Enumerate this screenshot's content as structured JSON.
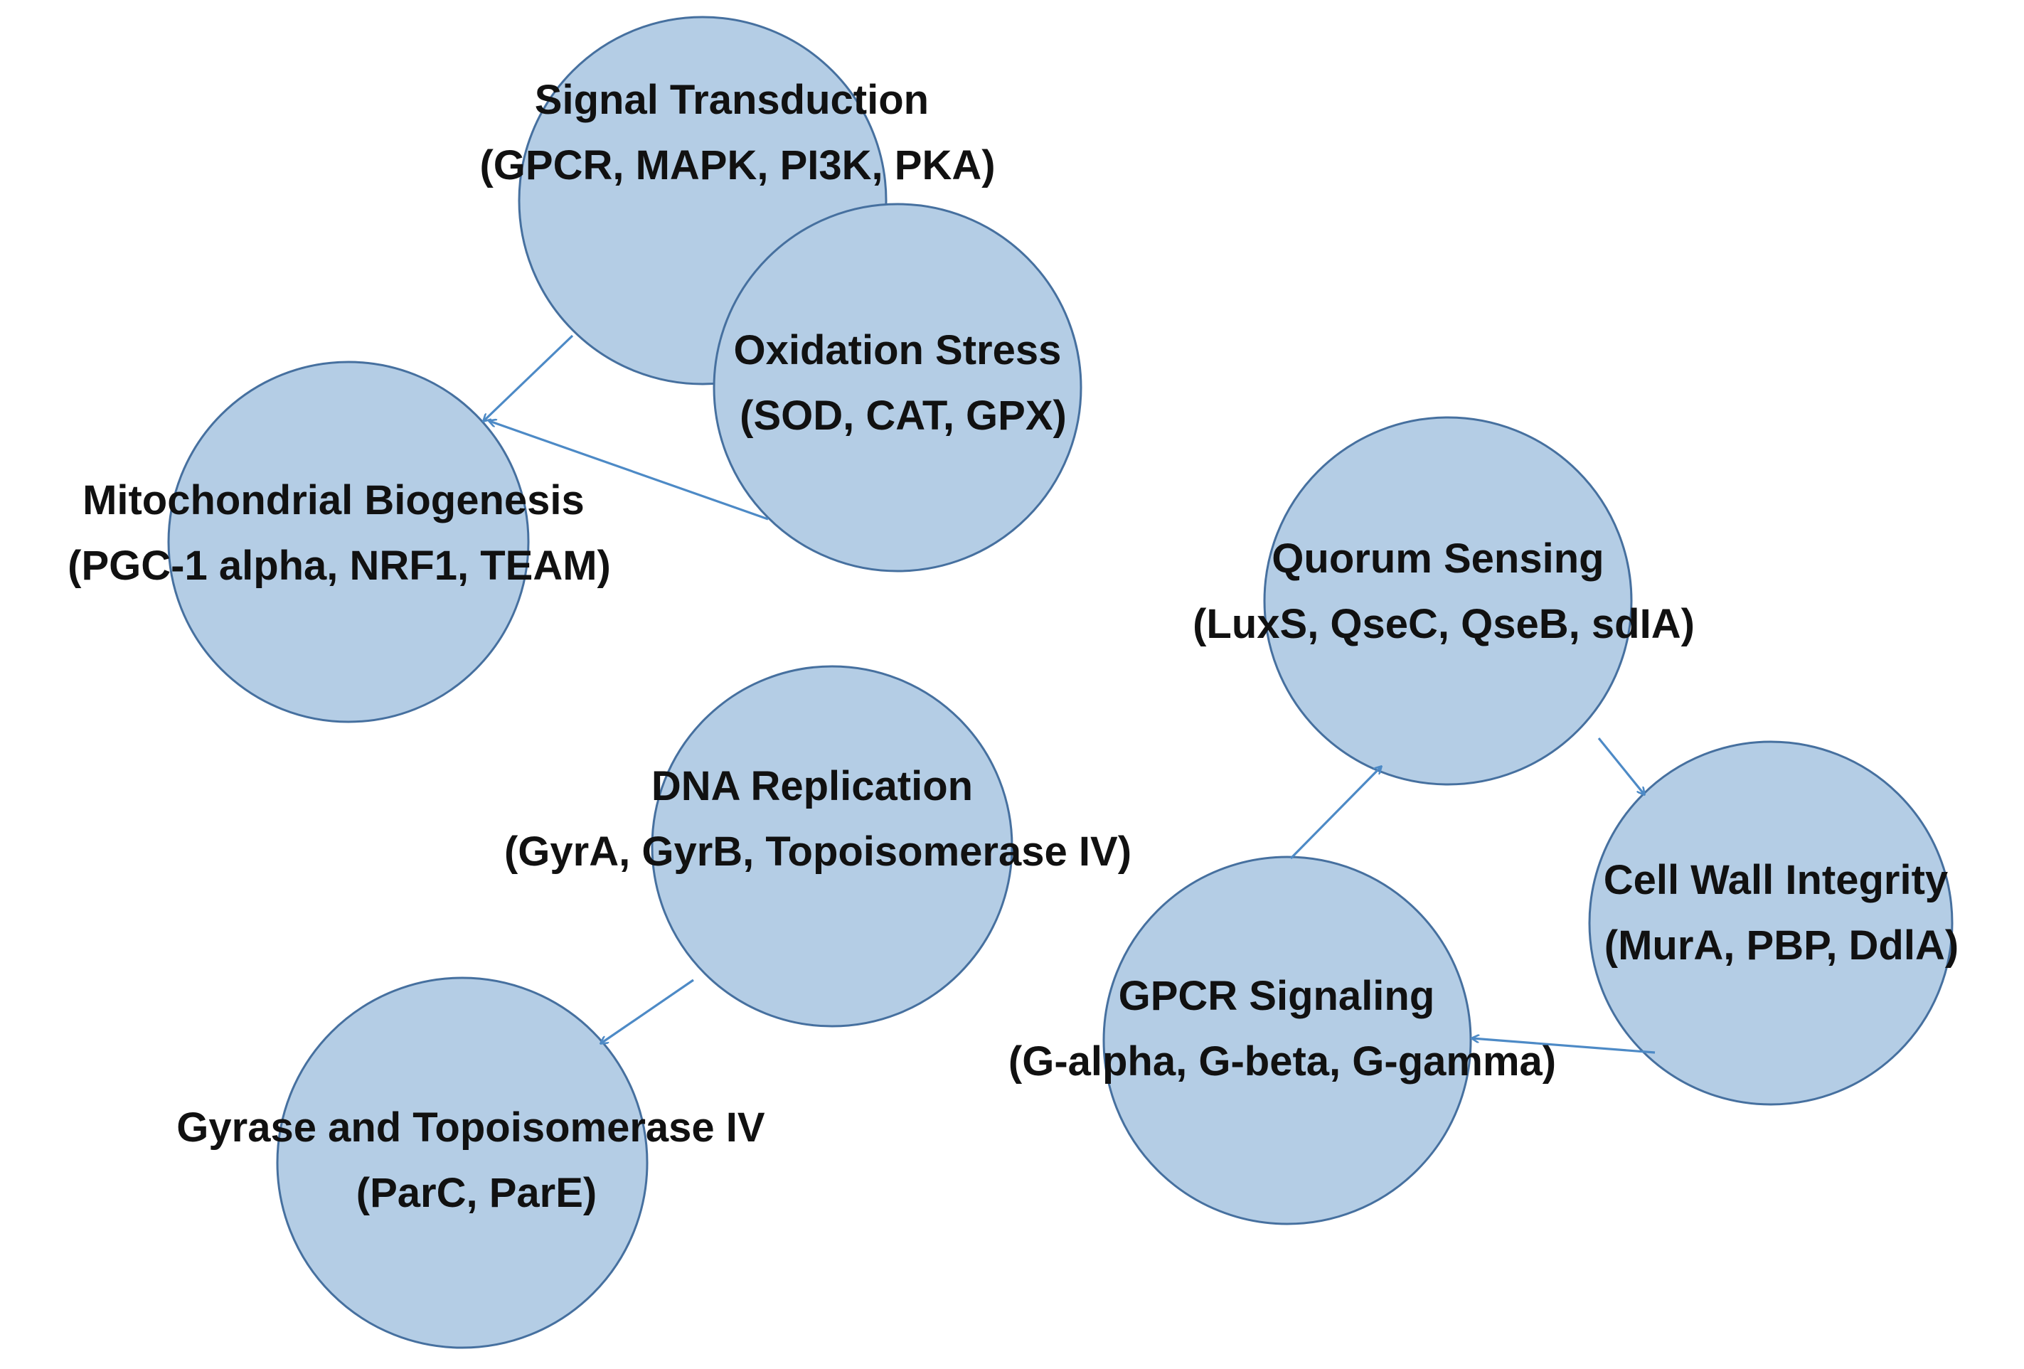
{
  "colors": {
    "node_fill": "#b4cde5",
    "node_stroke": "#46709f",
    "edge": "#4d8ac6",
    "text": "#111111"
  },
  "nodes": [
    {
      "id": "signal",
      "line1": "Signal Transduction",
      "line2": "(GPCR, MAPK, PI3K, PKA)"
    },
    {
      "id": "oxidation",
      "line1": "Oxidation Stress",
      "line2": "(SOD, CAT, GPX)"
    },
    {
      "id": "mito",
      "line1": "Mitochondrial Biogenesis",
      "line2": "(PGC-1 alpha, NRF1, TEAM)"
    },
    {
      "id": "quorum",
      "line1": "Quorum Sensing",
      "line2": "(LuxS, QseC, QseB, sdIA)"
    },
    {
      "id": "dna",
      "line1": "DNA Replication",
      "line2": "(GyrA, GyrB, Topoisomerase IV)"
    },
    {
      "id": "cellwall",
      "line1": "Cell Wall Integrity",
      "line2": "(MurA, PBP, DdlA)"
    },
    {
      "id": "gpcr",
      "line1": "GPCR Signaling",
      "line2": "(G-alpha, G-beta, G-gamma)"
    },
    {
      "id": "gyrase",
      "line1": "Gyrase and Topoisomerase IV",
      "line2": "(ParC, ParE)"
    }
  ],
  "edges": [
    {
      "from": "signal",
      "to": "mito"
    },
    {
      "from": "oxidation",
      "to": "mito"
    },
    {
      "from": "dna",
      "to": "gyrase"
    },
    {
      "from": "gpcr",
      "to": "quorum"
    },
    {
      "from": "quorum",
      "to": "cellwall"
    },
    {
      "from": "cellwall",
      "to": "gpcr"
    }
  ]
}
